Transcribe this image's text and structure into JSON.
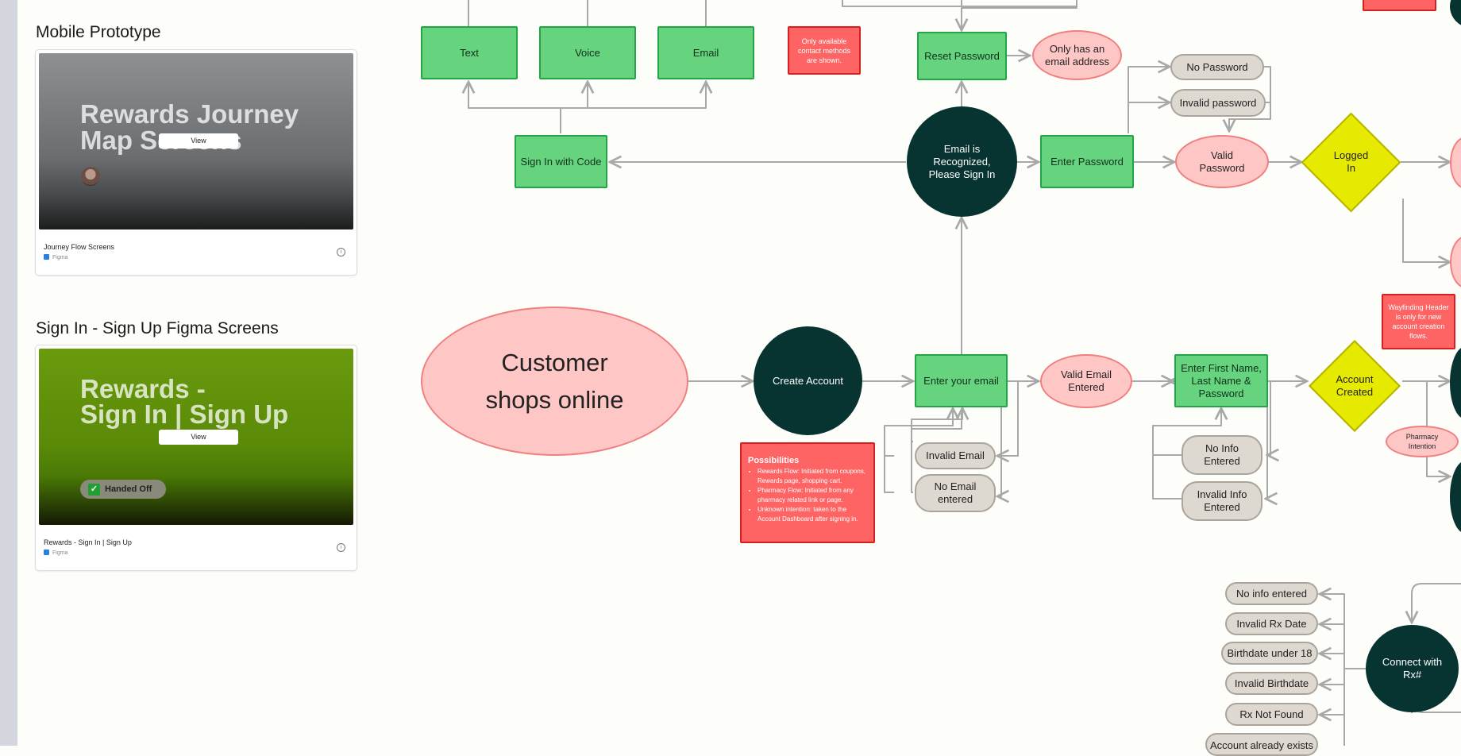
{
  "sidebar": {
    "sections": [
      {
        "title": "Mobile Prototype",
        "thumb_title": "Rewards Journey Map Screens",
        "view_label": "View",
        "file_name": "Journey Flow Screens",
        "source": "Figma",
        "thumb_colors": [
          "#8e9094",
          "#4c4f52",
          "#1c1c1c"
        ]
      },
      {
        "title": "Sign In - Sign Up Figma Screens",
        "thumb_title_line1": "Rewards -",
        "thumb_title_line2": "Sign In | Sign Up",
        "view_label": "View",
        "badge": "Handed Off",
        "file_name": "Rewards - Sign In | Sign Up",
        "source": "Figma",
        "thumb_colors": [
          "#6a9a0d",
          "#4a7a05",
          "#141a05"
        ]
      }
    ]
  },
  "colors": {
    "green_node": "#66d47e",
    "pink_node": "#ffc6c6",
    "dark_node": "#073331",
    "gray_node": "#ddd8d0",
    "yellow_node": "#e5ea00",
    "red_note": "#ff6464",
    "connector": "#a8a8a8"
  },
  "flow": {
    "text": "Text",
    "voice": "Voice",
    "email": "Email",
    "contact_note": "Only available contact methods are shown.",
    "reset_password": "Reset Password",
    "only_email": "Only has an email address",
    "no_password": "No Password",
    "invalid_password": "Invalid password",
    "sign_in_code": "Sign In with Code",
    "email_recognized": "Email is Recognized, Please Sign In",
    "enter_password": "Enter Password",
    "valid_password": "Valid Password",
    "logged_in": "Logged In",
    "wayfinding_note": "Wayfinding Header is only for new account creation flows.",
    "customer_shops": "Customer shops online",
    "create_account": "Create Account",
    "enter_email": "Enter your email",
    "valid_email": "Valid Email Entered",
    "enter_name": "Enter First Name, Last Name & Password",
    "account_created": "Account Created",
    "pharmacy_intention": "Pharmacy Intention",
    "invalid_email": "Invalid Email",
    "no_email": "No Email entered",
    "no_info": "No Info Entered",
    "invalid_info": "Invalid Info Entered",
    "possibilities_title": "Possibilities",
    "possibilities": [
      "Rewards Flow: Initiated from coupons, Rewards page, shopping cart.",
      "Pharmacy Flow: Initiated from any pharmacy related link or page.",
      "Unknown intention: taken to the Account Dashboard after signing in."
    ],
    "rx_no_info": "No info entered",
    "rx_invalid_date": "Invalid Rx Date",
    "rx_under18": "Birthdate under 18",
    "rx_invalid_birth": "Invalid Birthdate",
    "rx_not_found": "Rx Not Found",
    "rx_exists": "Account already exists",
    "connect_rx": "Connect with Rx#"
  }
}
